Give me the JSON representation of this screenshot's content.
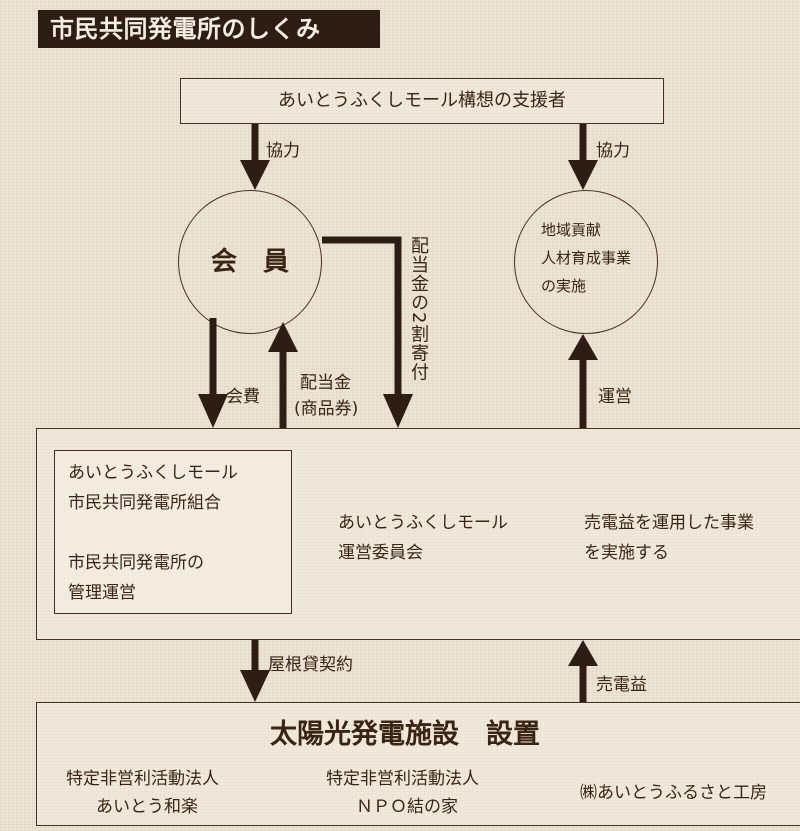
{
  "title": "市民共同発電所のしくみ",
  "supporter": "あいとうふくしモール構想の支援者",
  "cooperation_left": "協力",
  "cooperation_right": "協力",
  "member": "会　員",
  "region_lines": [
    "地域貢献",
    "人材育成事業",
    "の実施"
  ],
  "donation": "配当金の2割寄付",
  "fee": "会費",
  "dividend_line1": "配当金",
  "dividend_line2": "(商品券)",
  "operation": "運営",
  "union": {
    "line1": "あいとうふくしモール",
    "line2": "市民共同発電所組合",
    "line3": "市民共同発電所の",
    "line4": "管理運営"
  },
  "committee": {
    "line1": "あいとうふくしモール",
    "line2": "運営委員会"
  },
  "business": {
    "line1": "売電益を運用した事業",
    "line2": "を実施する"
  },
  "roof_contract": "屋根貸契約",
  "sales_profit": "売電益",
  "facility": {
    "heading": "太陽光発電施設　設置",
    "org1_line1": "特定非営利活動法人",
    "org1_line2": "あいとう和楽",
    "org2_line1": "特定非営利活動法人",
    "org2_line2": "ＮＰＯ結の家",
    "org3": "㈱あいとうふるさと工房"
  },
  "colors": {
    "ink": "#3a2414",
    "title_bg": "#2e1d15",
    "paper": "#ece4d4"
  }
}
